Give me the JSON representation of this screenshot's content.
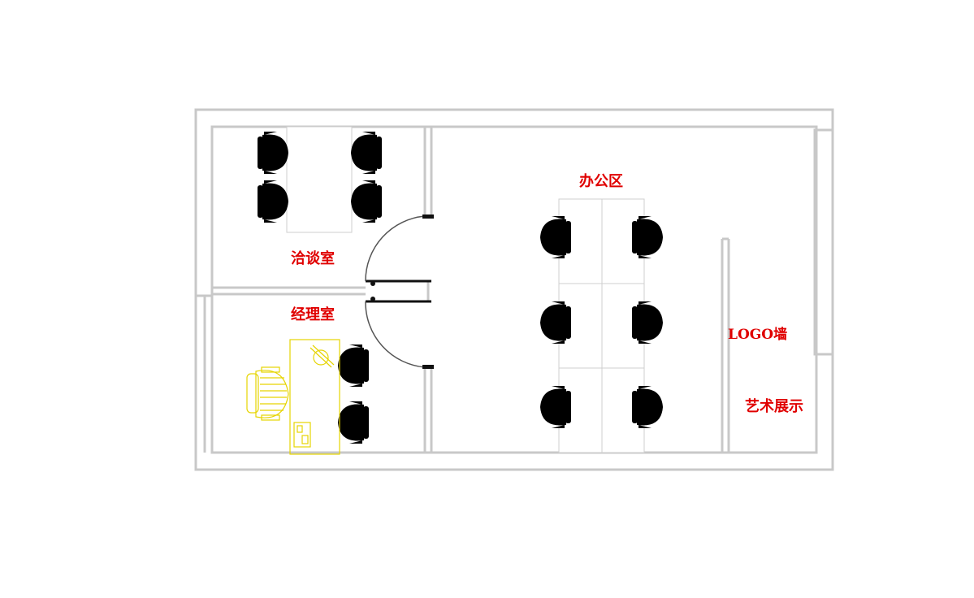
{
  "rooms": {
    "meeting_room": "洽谈室",
    "manager_room": "经理室",
    "office_area": "办公区",
    "logo_wall": "LOGO墙",
    "art_display": "艺术展示"
  },
  "colors": {
    "label": "#e00000",
    "wall": "#c8c8c8",
    "furniture": "#555555",
    "manager_furniture": "#e6d400"
  }
}
